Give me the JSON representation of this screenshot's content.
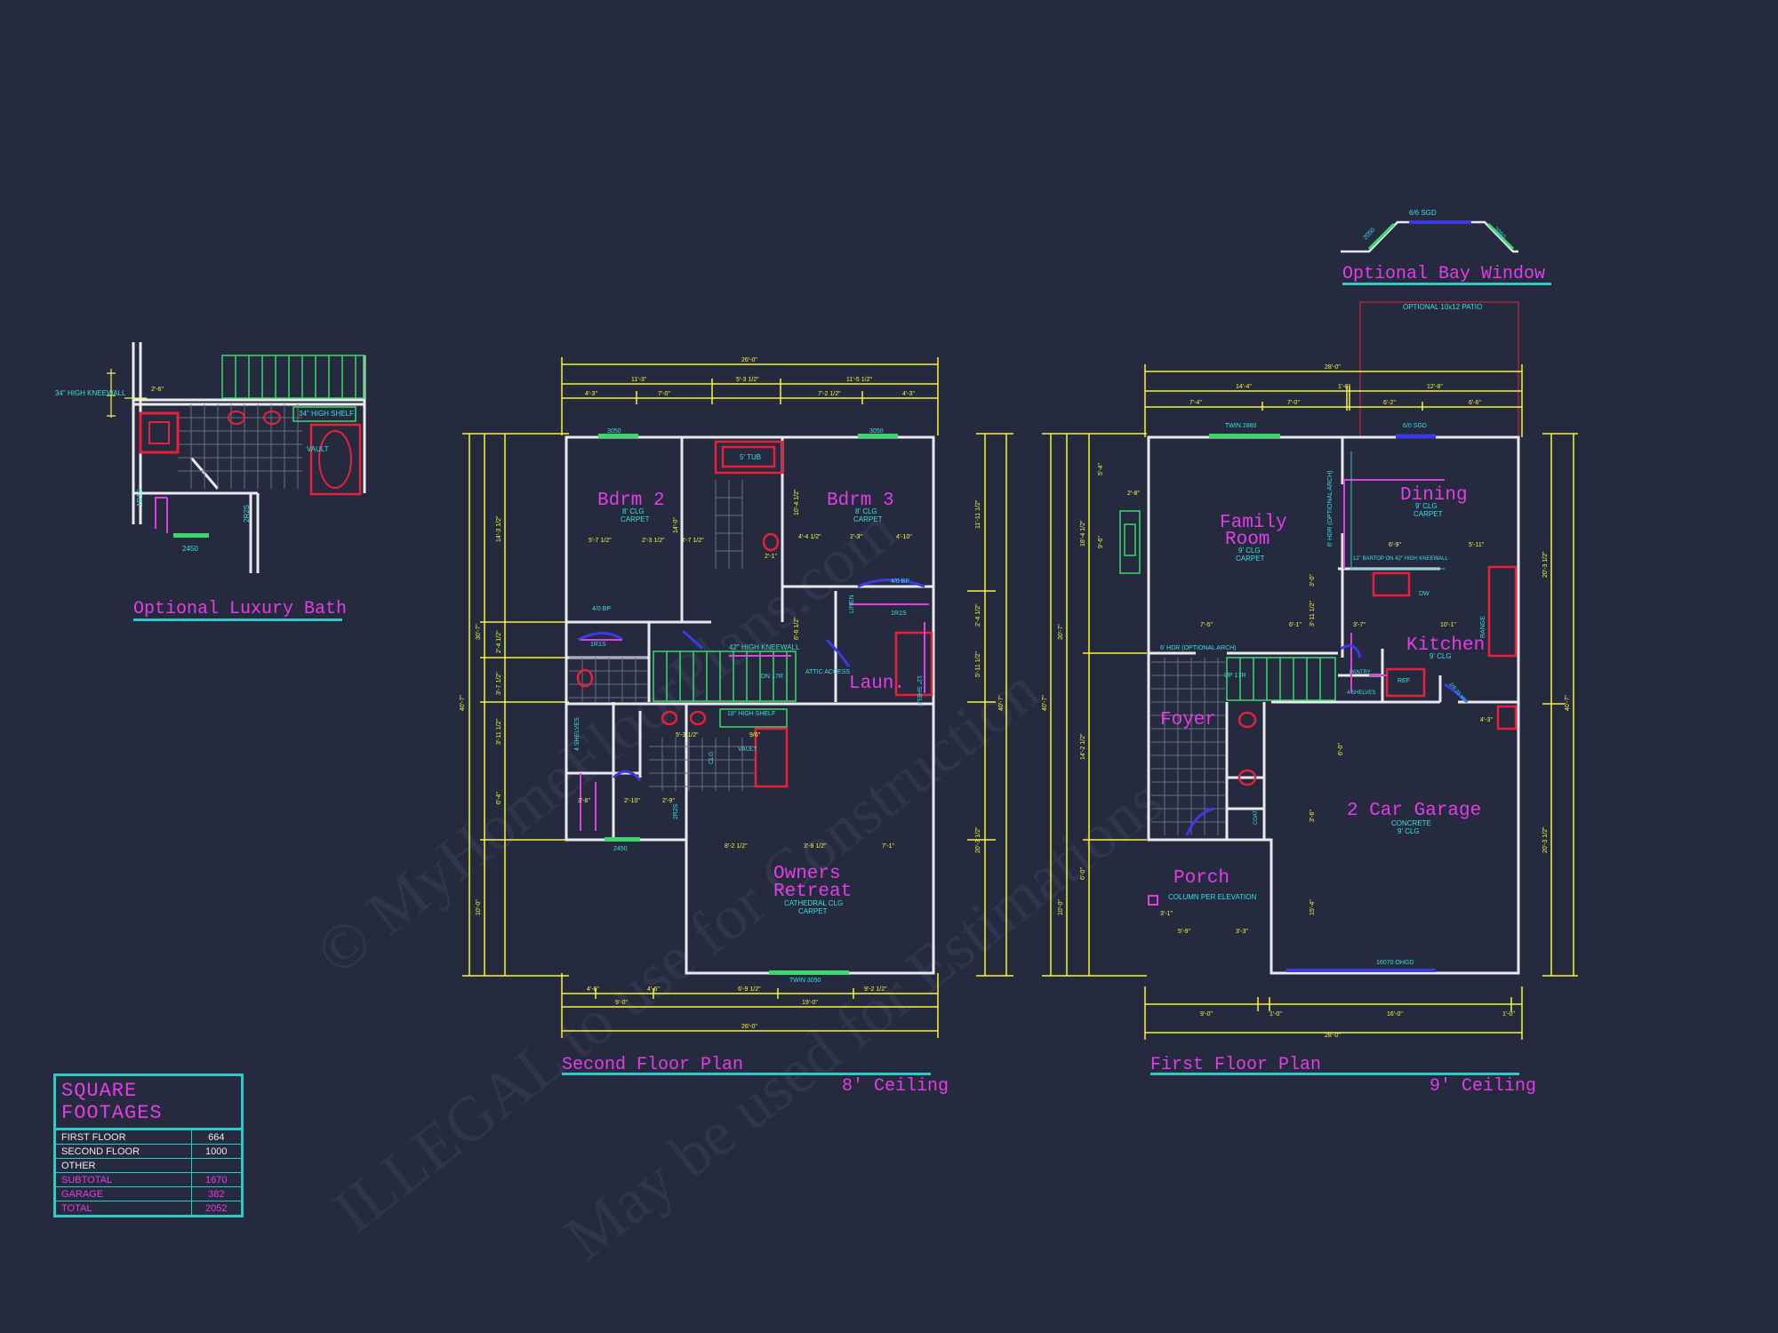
{
  "watermark": {
    "line1": "© MyHomeFloorPlans.com",
    "line2": "ILLEGAL to use for Construction",
    "line3": "May be used for Estimations"
  },
  "optional_bath": {
    "title": "Optional Luxury Bath",
    "notes": [
      "34\" HIGH KNEEWALL",
      "34\" HIGH SHELF",
      "VAULT",
      "CLG",
      "1R1S",
      "2R2S",
      "2450",
      "2'-6\""
    ]
  },
  "bay_window": {
    "title": "Optional Bay Window",
    "notes": [
      "6/6 SGD",
      "2050",
      "2050"
    ],
    "patio": "OPTIONAL 10x12 PATIO"
  },
  "second_floor": {
    "title": "Second Floor Plan",
    "ceiling": "8' Ceiling",
    "rooms": {
      "bdrm2": {
        "name": "Bdrm 2",
        "clg": "8' CLG",
        "floor": "CARPET"
      },
      "bdrm3": {
        "name": "Bdrm 3",
        "clg": "8' CLG",
        "floor": "CARPET"
      },
      "laun": {
        "name": "Laun."
      },
      "owners_line1": "Owners",
      "owners_line2": "Retreat",
      "owners_clg": "CATHEDRAL CLG",
      "owners_floor": "CARPET"
    },
    "notes": [
      "5' TUB",
      "42\" HIGH KNEEWALL",
      "DN 17R",
      "ATTIC ACCESS",
      "4/0 BP",
      "4/0 BP",
      "1R1S",
      "1R1S",
      "18\" HIGH SHELF",
      "VAULT",
      "LINEN",
      "12\" SHELF",
      "4 SHELVES",
      "2450",
      "3050",
      "3050",
      "TWIN 3050",
      "2R2S",
      "CLG",
      "9/6\"",
      "2'-1\""
    ],
    "dims_top": [
      "26'-0\"",
      "11'-3\"",
      "5'-3 1/2\"",
      "11'-5 1/2\"",
      "4'-3\"",
      "7'-0\"",
      "7'-2 1/2\"",
      "4'-3\""
    ],
    "dims_bottom": [
      "4'-6\"",
      "4'-6\"",
      "6'-9 1/2\"",
      "9'-2 1/2\"",
      "9'-0\"",
      "19'-0\"",
      "26'-0\""
    ],
    "dims_side": [
      "40'-7\"",
      "30'-7\"",
      "14'-3 1/2\"",
      "2'-4 1/2\"",
      "3'-7 1/2\"",
      "3'-11 1/2\"",
      "6'-4\"",
      "10'-0\"",
      "11'-11 1/2\"",
      "2'-4 1/2\"",
      "5'-11 1/2\"",
      "20'-3 1/2\"",
      "40'-7\""
    ],
    "dims_inner": [
      "5'-7 1/2\"",
      "2'-3 1/2\"",
      "3'-7 1/2\"",
      "4'-4 1/2\"",
      "2'-3\"",
      "4'-10\"",
      "8'-2 1/2\"",
      "3'-8 1/2\"",
      "7'-1\"",
      "5'-3 1/2\"",
      "2'-10\"",
      "2'-9\"",
      "3'-8\"",
      "14'-0\"",
      "10'-4 1/2\"",
      "6'-6 1/2\""
    ]
  },
  "first_floor": {
    "title": "First Floor Plan",
    "ceiling": "9' Ceiling",
    "rooms": {
      "family_line1": "Family",
      "family_line2": "Room",
      "family_clg": "9' CLG",
      "family_floor": "CARPET",
      "dining": {
        "name": "Dining",
        "clg": "9' CLG",
        "floor": "CARPET"
      },
      "kitchen": {
        "name": "Kitchen",
        "clg": "9' CLG"
      },
      "foyer": {
        "name": "Foyer"
      },
      "garage": {
        "name": "2 Car Garage",
        "floor": "CONCRETE",
        "clg": "9' CLG"
      },
      "porch": {
        "name": "Porch",
        "note": "COLUMN PER ELEVATION"
      }
    },
    "notes": [
      "TWIN 2860",
      "6/0 SGD",
      "6' HDR (OPTIONAL ARCH)",
      "6' HDR (OPTIONAL ARCH)",
      "12\" BARTOP ON 42\" HIGH KNEEWALL",
      "DW",
      "RANGE",
      "REF",
      "PANTRY",
      "4 SHELVES",
      "UP 17R",
      "16070 OHGD",
      "COAT",
      "2/8 20 MIN"
    ],
    "dims_top": [
      "28'-0\"",
      "14'-4\"",
      "1'-0\"",
      "12'-8\"",
      "7'-4\"",
      "7'-0\"",
      "6'-2\"",
      "6'-6\""
    ],
    "dims_bottom": [
      "9'-0\"",
      "1'-0\"",
      "16'-0\"",
      "1'-0\"",
      "28'-0\""
    ],
    "dims_side": [
      "40'-7\"",
      "30'-7\"",
      "18'-4 1/2\"",
      "14'-2 1/2\"",
      "6'-0\"",
      "10'-0\"",
      "5'-4\"",
      "9'-6\"",
      "20'-3 1/2\"",
      "20'-3 1/2\"",
      "40'-7\""
    ],
    "dims_inner": [
      "2'-8\"",
      "7'-5\"",
      "6'-1\"",
      "3'-7\"",
      "10'-1\"",
      "6'-9\"",
      "5'-11\"",
      "5'-9\"",
      "3'-3\"",
      "3'-1\"",
      "4'-3\"",
      "6'-0\"",
      "3'-6\"",
      "15'-4\"",
      "3'-11 1/2\"",
      "3'-0\""
    ]
  },
  "square_footages": {
    "title": "SQUARE FOOTAGES",
    "rows": [
      {
        "label": "FIRST FLOOR",
        "value": "664"
      },
      {
        "label": "SECOND FLOOR",
        "value": "1000"
      },
      {
        "label": "OTHER",
        "value": ""
      },
      {
        "label": "SUBTOTAL",
        "value": "1670"
      },
      {
        "label": "GARAGE",
        "value": "382"
      },
      {
        "label": "TOTAL",
        "value": "2052"
      }
    ]
  },
  "colors": {
    "background": "#262A3E",
    "walls": "#E9E9F0",
    "dimensions": "#F5F53A",
    "room_labels": "#E23DE6",
    "notes": "#38E0E0",
    "stairs": "#3BD96B",
    "fixtures": "#E8203A",
    "doors": "#3A3AE8"
  }
}
